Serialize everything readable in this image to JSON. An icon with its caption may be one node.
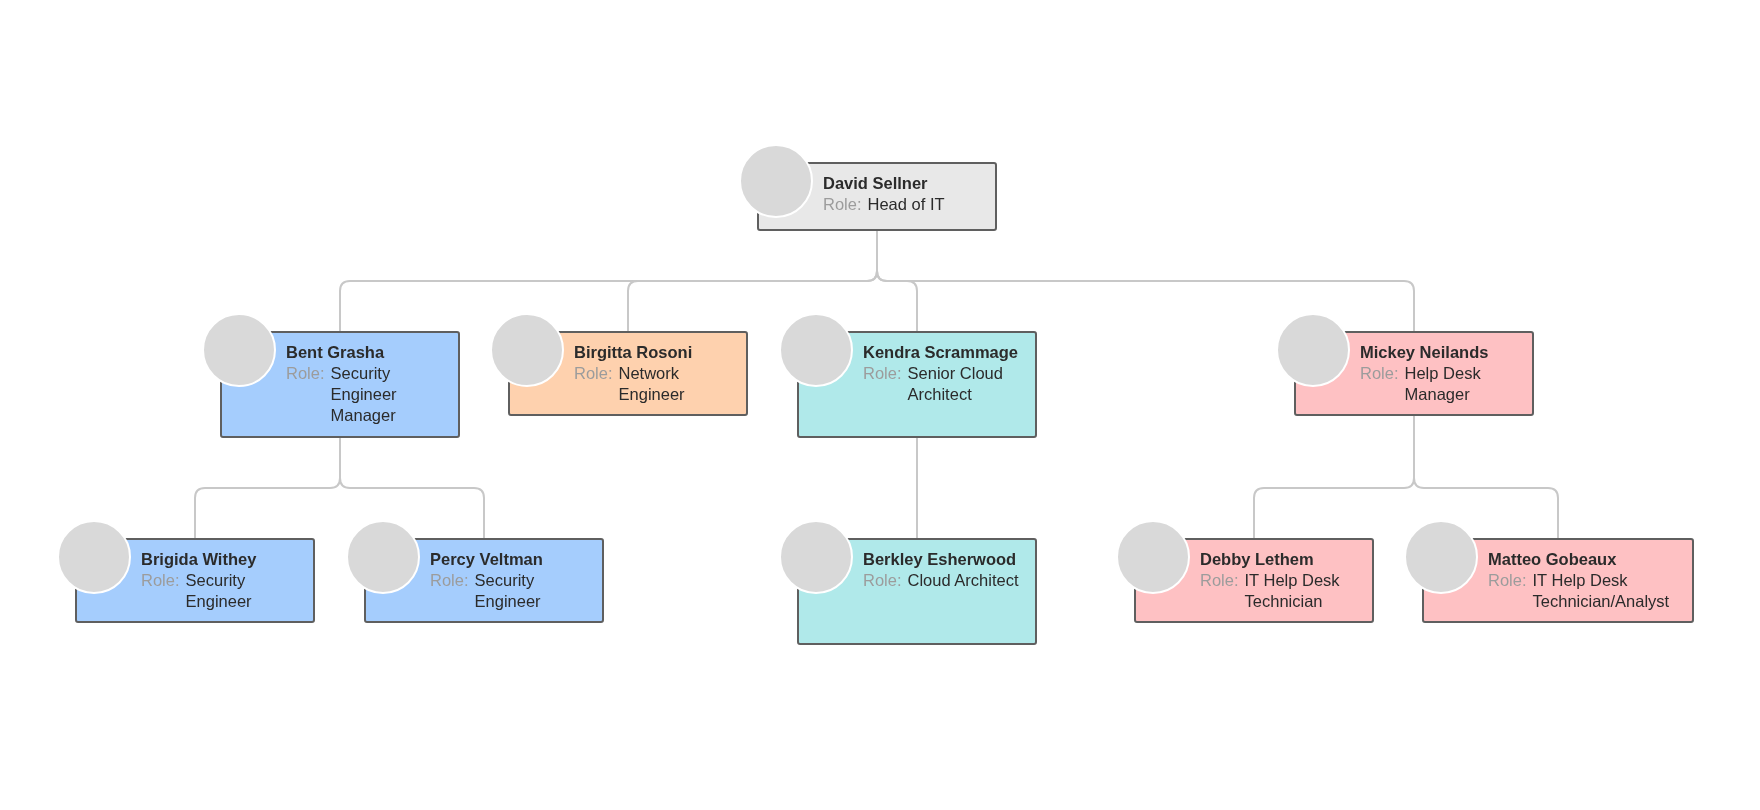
{
  "diagram": {
    "nodes": [
      {
        "text": [
          "David Sellner",
          "Role:",
          "Head of IT"
        ]
      },
      {
        "text": [
          "Bent Grasha",
          "Role:",
          "Security Engineer Manager"
        ]
      },
      {
        "text": [
          "Birgitta Rosoni",
          "Role:",
          "Network Engineer"
        ]
      },
      {
        "text": [
          "Kendra Scrammage",
          "Role:",
          "Senior Cloud Architect"
        ]
      },
      {
        "text": [
          "Mickey Neilands",
          "Role:",
          "Help Desk Manager"
        ]
      },
      {
        "text": [
          "Brigida Withey",
          "Role:",
          "Security Engineer"
        ]
      },
      {
        "text": [
          "Percy Veltman",
          "Role:",
          "Security Engineer"
        ]
      },
      {
        "text": [
          "Berkley Esherwood",
          "Role:",
          "Cloud Architect"
        ]
      },
      {
        "text": [
          "Debby Lethem",
          "Role:",
          "IT Help Desk Technician"
        ]
      },
      {
        "text": [
          "Matteo Gobeaux",
          "Role:",
          "IT Help Desk Technician/Analyst"
        ]
      }
    ],
    "edges": [
      {
        "from": 0,
        "to": 1,
        "arrow": "none"
      },
      {
        "from": 0,
        "to": 2,
        "arrow": "none"
      },
      {
        "from": 0,
        "to": 3,
        "arrow": "none"
      },
      {
        "from": 0,
        "to": 4,
        "arrow": "none"
      },
      {
        "from": 1,
        "to": 5,
        "arrow": "none"
      },
      {
        "from": 1,
        "to": 6,
        "arrow": "none"
      },
      {
        "from": 3,
        "to": 7,
        "arrow": "none"
      },
      {
        "from": 4,
        "to": 8,
        "arrow": "none"
      },
      {
        "from": 4,
        "to": 9,
        "arrow": "none"
      }
    ]
  }
}
